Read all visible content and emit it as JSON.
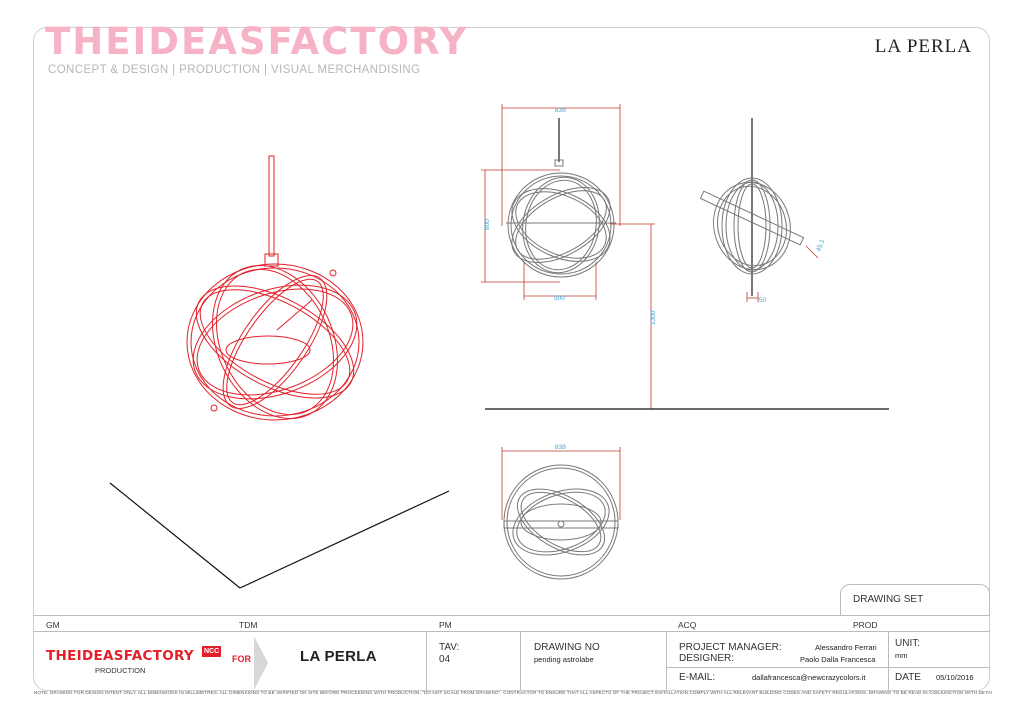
{
  "header": {
    "brand": "THEIDEASFACTORY",
    "tagline": "CONCEPT & DESIGN | PRODUCTION | VISUAL MERCHANDISING",
    "client_logo": "LA PERLA"
  },
  "dimensions": {
    "front_width": "838",
    "front_height": "800",
    "front_bottom": "500",
    "total_height": "1300",
    "side_diameter": "45.1",
    "side_base": "50",
    "bottom_width": "838"
  },
  "title_block": {
    "drawing_set": "DRAWING SET",
    "headers": [
      "GM",
      "TDM",
      "PM",
      "ACQ",
      "PROD"
    ],
    "brand": "THEIDEASFACTORY",
    "brand_badge": "NCC",
    "brand_sub": "PRODUCTION",
    "for_label": "FOR",
    "client_name": "LA PERLA",
    "tav_label": "TAV:",
    "tav_value": "04",
    "drawing_no_label": "DRAWING NO",
    "drawing_no_value": "pending astrolabe",
    "project_manager_label": "PROJECT MANAGER:",
    "project_manager": "Alessandro Ferrari",
    "designer_label": "DESIGNER:",
    "designer": "Paolo Dalla Francesca",
    "email_label": "E-MAIL:",
    "email": "dallafrancesca@newcrazycolors.it",
    "unit_label": "UNIT:",
    "unit_value": "mm",
    "date_label": "DATE",
    "date_value": "05/10/2016"
  },
  "footnote": "NOTE: DRAWING FOR DESIGN INTENT ONLY. ALL DIMENSIONS IN MILLIMETRES. ALL DIMENSIONS TO BE VERIFIED ON SITE BEFORE PROCEEDING WITH PRODUCTION. \"DO NOT SCALE FROM DRAWING\". CONTRACTOR TO ENSURE THAT ALL ASPECTS OF THE PROJECT INSTALLATION COMPLY WITH ALL RELEVANT BUILDING CODES AND SAFETY REGULATIONS. DRAWING TO BE READ IN CONJUNCTION WITH DETAIL DRAWINGS AND APPROVED MATERIALS PACKAGE. ALL FINISHES AS APPROVED SAMPLES.",
  "colors": {
    "brand_pink": "#f7b3c6",
    "brand_red": "#e3202a",
    "perspective_stroke": "#e3202a",
    "dimension_line": "#c0392b",
    "dimension_text": "#3aa6d6"
  }
}
